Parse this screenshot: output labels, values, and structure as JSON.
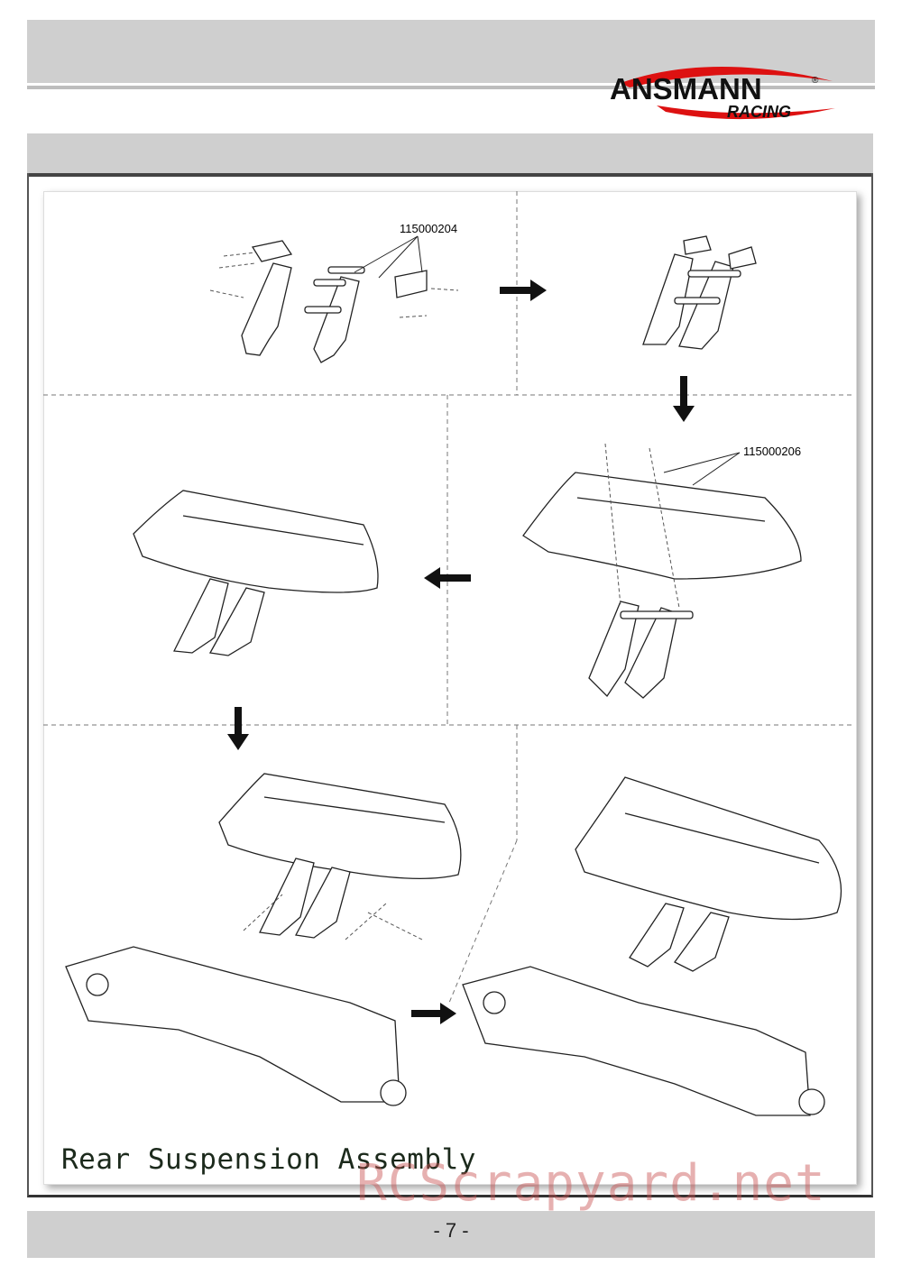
{
  "brand": {
    "name": "ANSMANN",
    "sub": "RACING",
    "registered": "®"
  },
  "diagram": {
    "part_label_1": "115000204",
    "part_label_2": "115000206"
  },
  "section_title": "Rear Suspension Assembly",
  "watermark": "RCScrapyard.net",
  "page_number": "- 7 -"
}
